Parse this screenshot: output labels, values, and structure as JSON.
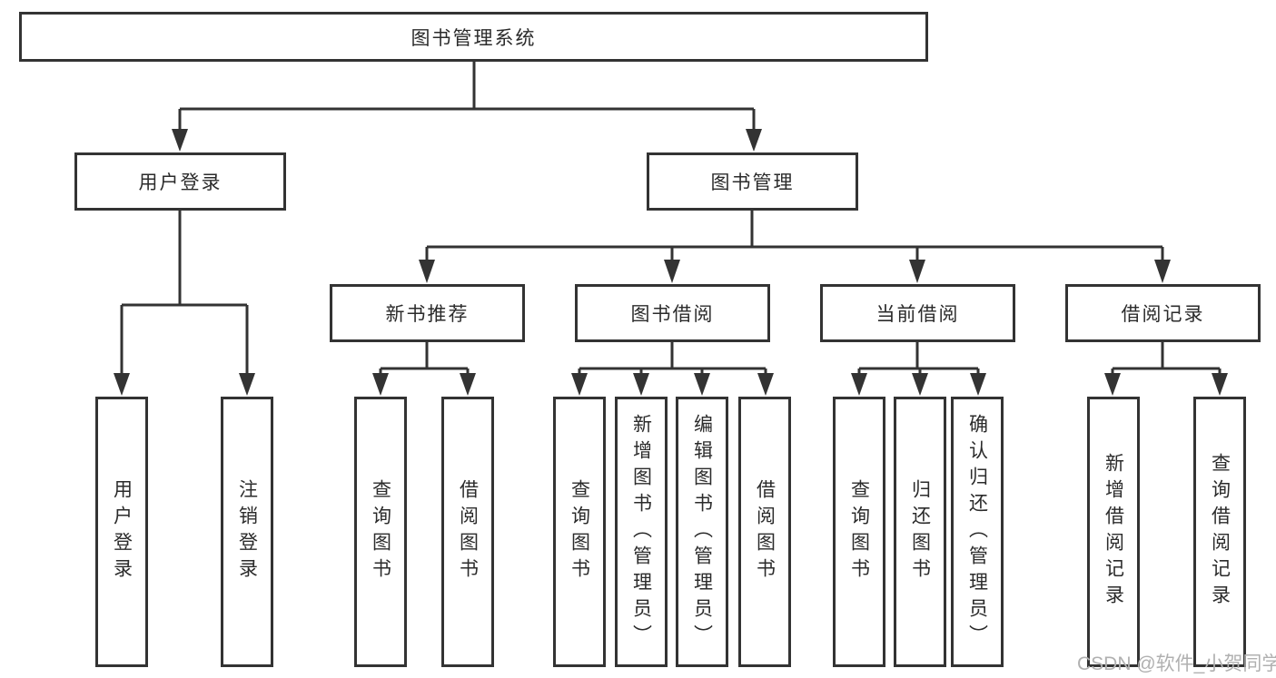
{
  "diagram": {
    "watermark": "CSDN @软件_小贺同学",
    "colors": {
      "line": "#333333",
      "box_border": "#333333",
      "text": "#2b2b2b",
      "watermark": "#b0b0b0",
      "background": "#ffffff"
    },
    "nodes": {
      "root": {
        "label": "图书管理系统"
      },
      "level2": [
        {
          "label": "用户登录"
        },
        {
          "label": "图书管理"
        }
      ],
      "level3": [
        {
          "label": "新书推荐",
          "parent": "图书管理"
        },
        {
          "label": "图书借阅",
          "parent": "图书管理"
        },
        {
          "label": "当前借阅",
          "parent": "图书管理"
        },
        {
          "label": "借阅记录",
          "parent": "图书管理"
        }
      ],
      "leaves": [
        {
          "label": "用户登录",
          "parent": "用户登录"
        },
        {
          "label": "注销登录",
          "parent": "用户登录"
        },
        {
          "label": "查询图书",
          "parent": "新书推荐"
        },
        {
          "label": "借阅图书",
          "parent": "新书推荐"
        },
        {
          "label": "查询图书",
          "parent": "图书借阅"
        },
        {
          "label": "新增图书（管理员）",
          "parent": "图书借阅"
        },
        {
          "label": "编辑图书（管理员）",
          "parent": "图书借阅"
        },
        {
          "label": "借阅图书",
          "parent": "图书借阅"
        },
        {
          "label": "查询图书",
          "parent": "当前借阅"
        },
        {
          "label": "归还图书",
          "parent": "当前借阅"
        },
        {
          "label": "确认归还（管理员）",
          "parent": "当前借阅"
        },
        {
          "label": "新增借阅记录",
          "parent": "借阅记录"
        },
        {
          "label": "查询借阅记录",
          "parent": "借阅记录"
        }
      ]
    }
  }
}
